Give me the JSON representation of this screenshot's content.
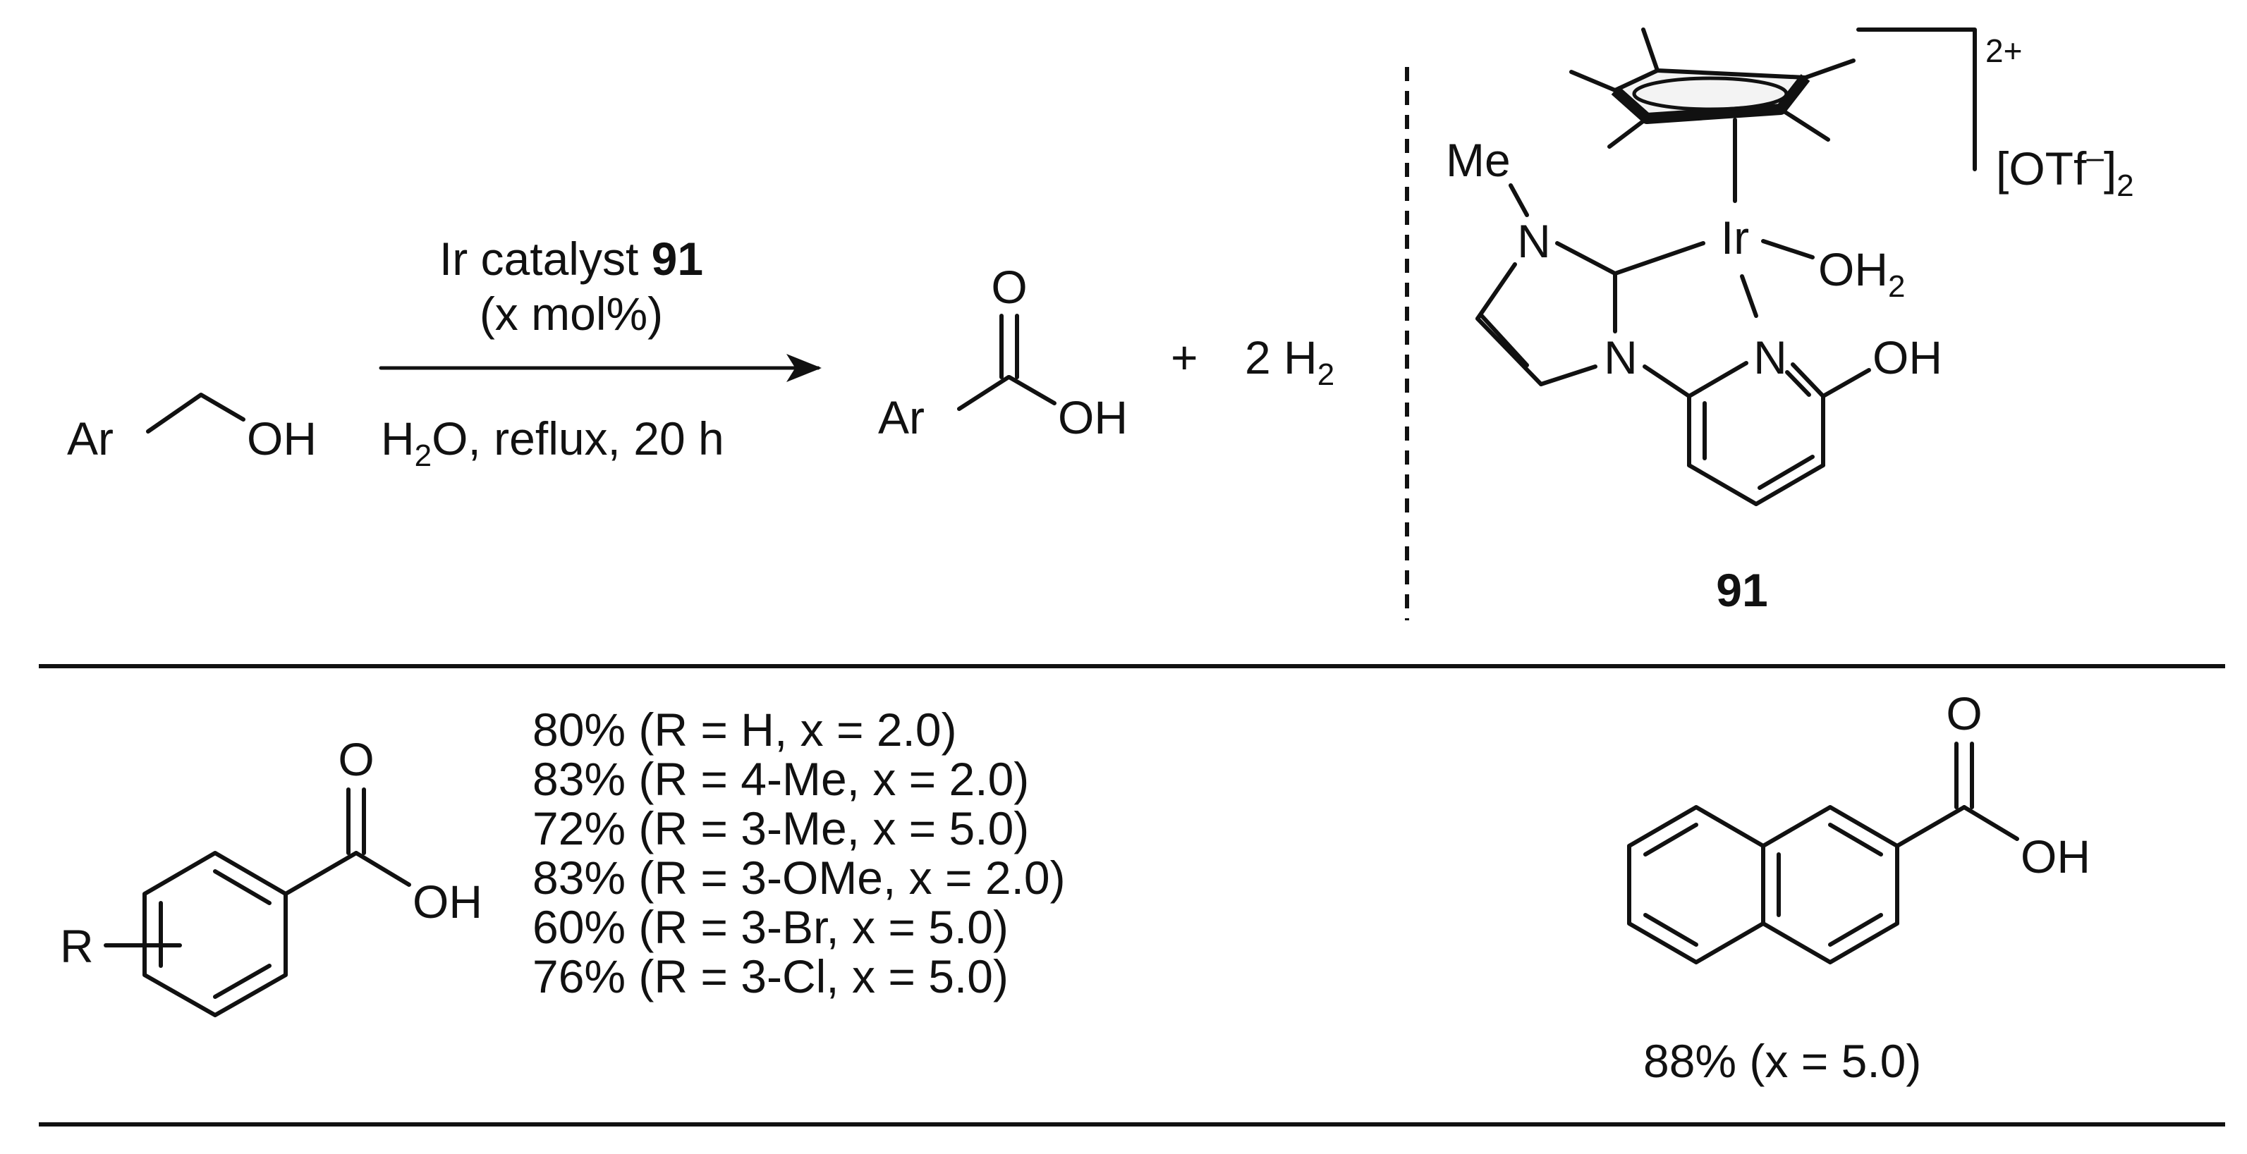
{
  "reaction": {
    "reactant": {
      "ar": "Ar",
      "oh": "OH"
    },
    "arrow": {
      "above_line1_prefix": "Ir catalyst ",
      "above_line1_bold": "91",
      "above_line2": "(x mol%)",
      "below_h": "H",
      "below_sub": "2",
      "below_rest": "O, reflux, 20 h"
    },
    "product": {
      "ar": "Ar",
      "o": "O",
      "oh": "OH"
    },
    "byproduct": {
      "plus": "+",
      "text": "2 H",
      "sub": "2"
    }
  },
  "catalyst": {
    "id": "91",
    "charge": "2+",
    "counterion_open": "[OTf",
    "counterion_minus": "–",
    "counterion_close": "]",
    "counterion_sub": "2",
    "me": "Me",
    "n1": "N",
    "n2": "N",
    "n3": "N",
    "ir": "Ir",
    "oh2": "OH",
    "oh2_sub": "2",
    "oh": "OH"
  },
  "scope": {
    "benzoic": {
      "r": "R",
      "o": "O",
      "oh": "OH"
    },
    "yields": [
      "80% (R = H, x = 2.0)",
      "83% (R = 4-Me, x = 2.0)",
      "72% (R = 3-Me, x = 5.0)",
      "83% (R = 3-OMe, x = 2.0)",
      "60% (R = 3-Br, x = 5.0)",
      "76% (R = 3-Cl, x = 5.0)"
    ],
    "naphthoic": {
      "o": "O",
      "oh": "OH",
      "yield": "88% (x = 5.0)"
    }
  }
}
